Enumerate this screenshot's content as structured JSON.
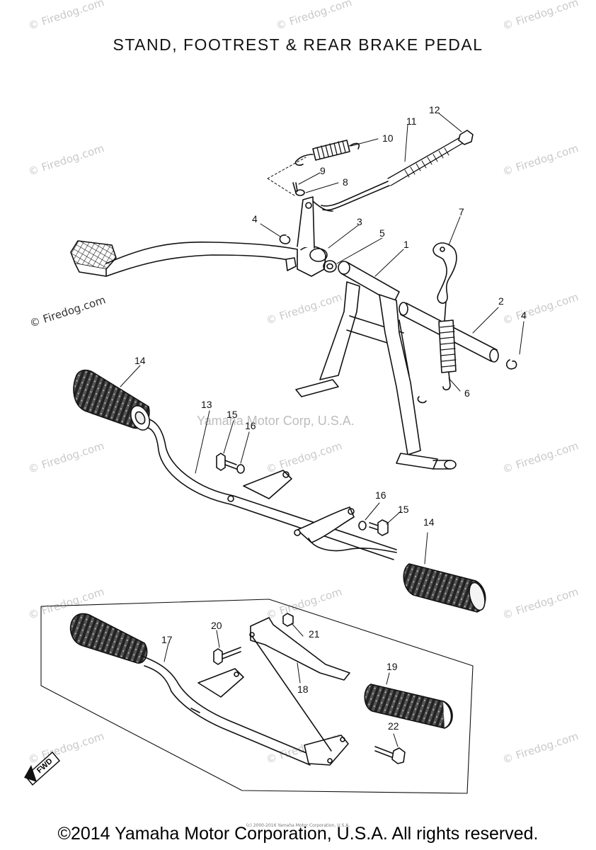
{
  "title": "STAND, FOOTREST & REAR BRAKE  PEDAL",
  "watermark": "© Firedog.com",
  "center_watermark": "Yamaha Motor Corp, U.S.A.",
  "tiny_copyright": "(c) 2000-2016 Yamaha Motor Corporation, U.S.A.",
  "footer": "©2014 Yamaha Motor Corporation, U.S.A. All rights reserved.",
  "fwd_label": "FWD",
  "callouts": {
    "c1": "1",
    "c2": "2",
    "c3": "3",
    "c4a": "4",
    "c4b": "4",
    "c5": "5",
    "c6": "6",
    "c7": "7",
    "c8": "8",
    "c9": "9",
    "c10": "10",
    "c11": "11",
    "c12": "12",
    "c13": "13",
    "c14a": "14",
    "c14b": "14",
    "c15a": "15",
    "c15b": "15",
    "c16a": "16",
    "c16b": "16",
    "c17": "17",
    "c18": "18",
    "c19": "19",
    "c20": "20",
    "c21": "21",
    "c22": "22"
  }
}
